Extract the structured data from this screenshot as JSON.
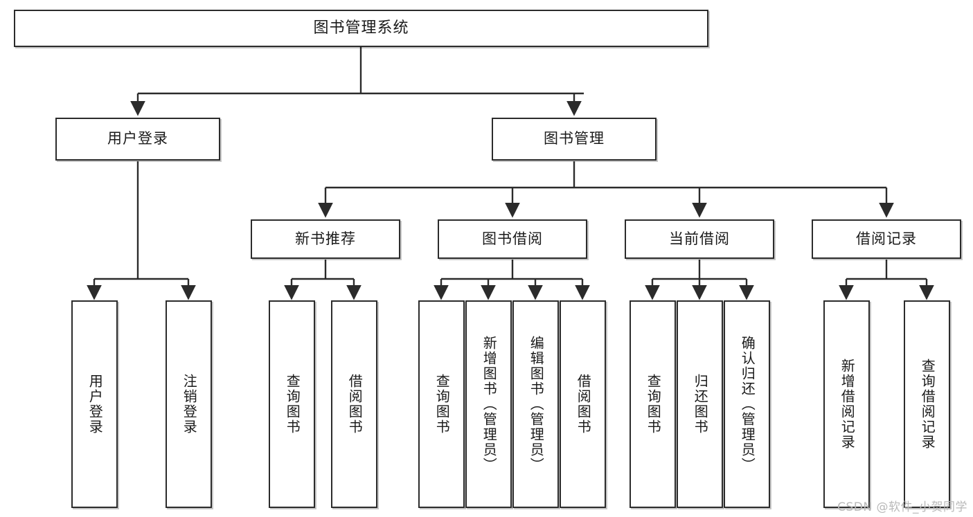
{
  "diagram": {
    "title": "图书管理系统",
    "type": "功能结构图",
    "root": {
      "label": "图书管理系统"
    },
    "level2": [
      {
        "label": "用户登录"
      },
      {
        "label": "图书管理"
      }
    ],
    "level3": [
      {
        "label": "新书推荐"
      },
      {
        "label": "图书借阅"
      },
      {
        "label": "当前借阅"
      },
      {
        "label": "借阅记录"
      }
    ],
    "leaves": {
      "user_login": [
        {
          "label": "用户登录"
        },
        {
          "label": "注销登录"
        }
      ],
      "new_book_recommend": [
        {
          "label": "查询图书"
        },
        {
          "label": "借阅图书"
        }
      ],
      "book_borrow": [
        {
          "label": "查询图书"
        },
        {
          "label": "新增图书（管理员）"
        },
        {
          "label": "编辑图书（管理员）"
        },
        {
          "label": "借阅图书"
        }
      ],
      "current_borrow": [
        {
          "label": "查询图书"
        },
        {
          "label": "归还图书"
        },
        {
          "label": "确认归还（管理员）"
        }
      ],
      "borrow_records": [
        {
          "label": "新增借阅记录"
        },
        {
          "label": "查询借阅记录"
        }
      ]
    }
  },
  "watermark": {
    "text": "CSDN @软件_小贺同学"
  },
  "colors": {
    "box_border": "#2b2b2b",
    "box_fill": "#ffffff",
    "connector": "#2b2b2b",
    "text": "#1a1a1a",
    "watermark": "#b9b9b9",
    "page_background": "#ffffff"
  }
}
